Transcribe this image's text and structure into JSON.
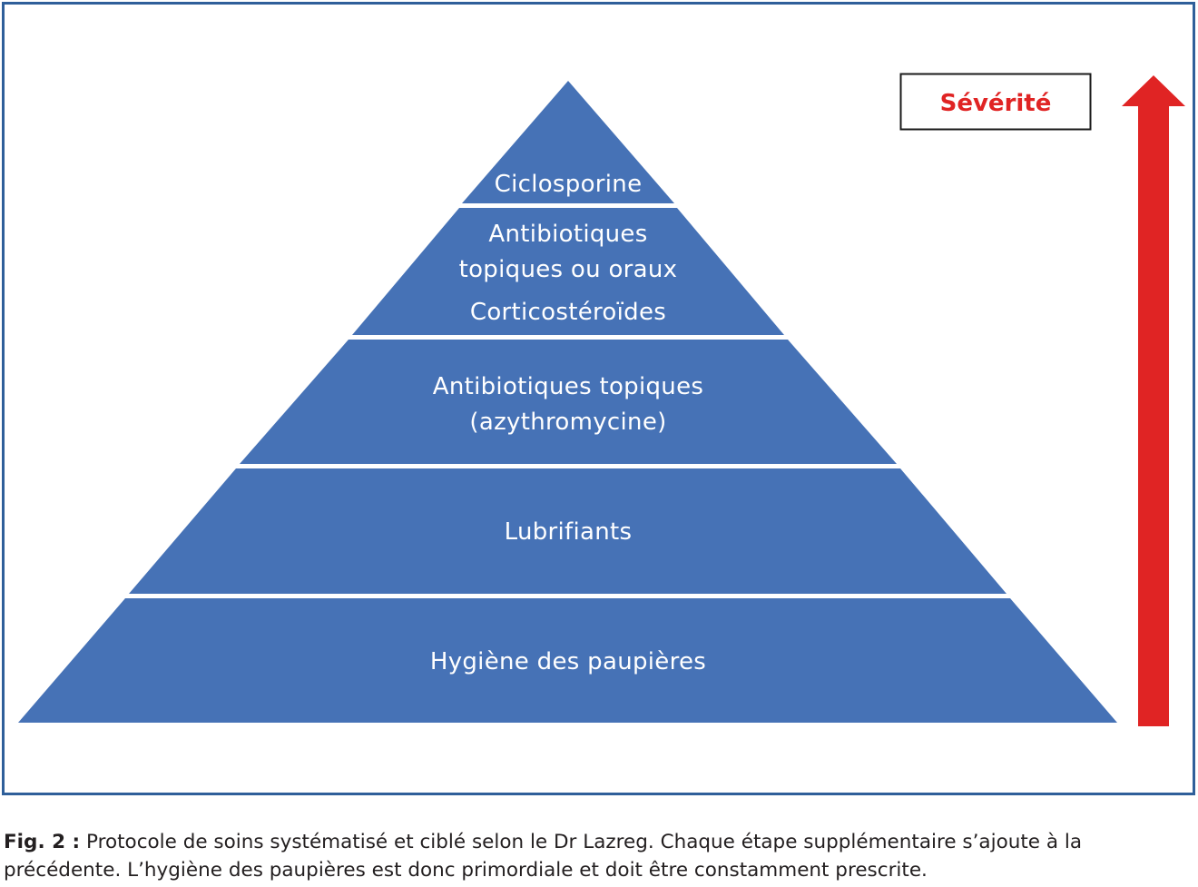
{
  "colors": {
    "tier_fill": "#4672b6",
    "frame": "#2f5f9a",
    "arrow": "#e02424",
    "severity_text": "#e02424",
    "tier_text": "#ffffff"
  },
  "severity": {
    "label": "Sévérité"
  },
  "pyramid": {
    "tiers": [
      {
        "lines": [
          "Ciclosporine"
        ]
      },
      {
        "lines": [
          "Antibiotiques",
          "topiques ou oraux",
          "Corticostéroïdes"
        ]
      },
      {
        "lines": [
          "Antibiotiques topiques",
          "(azythromycine)"
        ]
      },
      {
        "lines": [
          "Lubrifiants"
        ]
      },
      {
        "lines": [
          "Hygiène des paupières"
        ]
      }
    ]
  },
  "caption": {
    "label": "Fig. 2 :",
    "line1": "Protocole de soins systématisé et ciblé selon le Dr Lazreg. Chaque étape supplémentaire s’ajoute à la",
    "line2": "précédente. L’hygiène des paupières est donc primordiale et doit être constamment prescrite."
  }
}
